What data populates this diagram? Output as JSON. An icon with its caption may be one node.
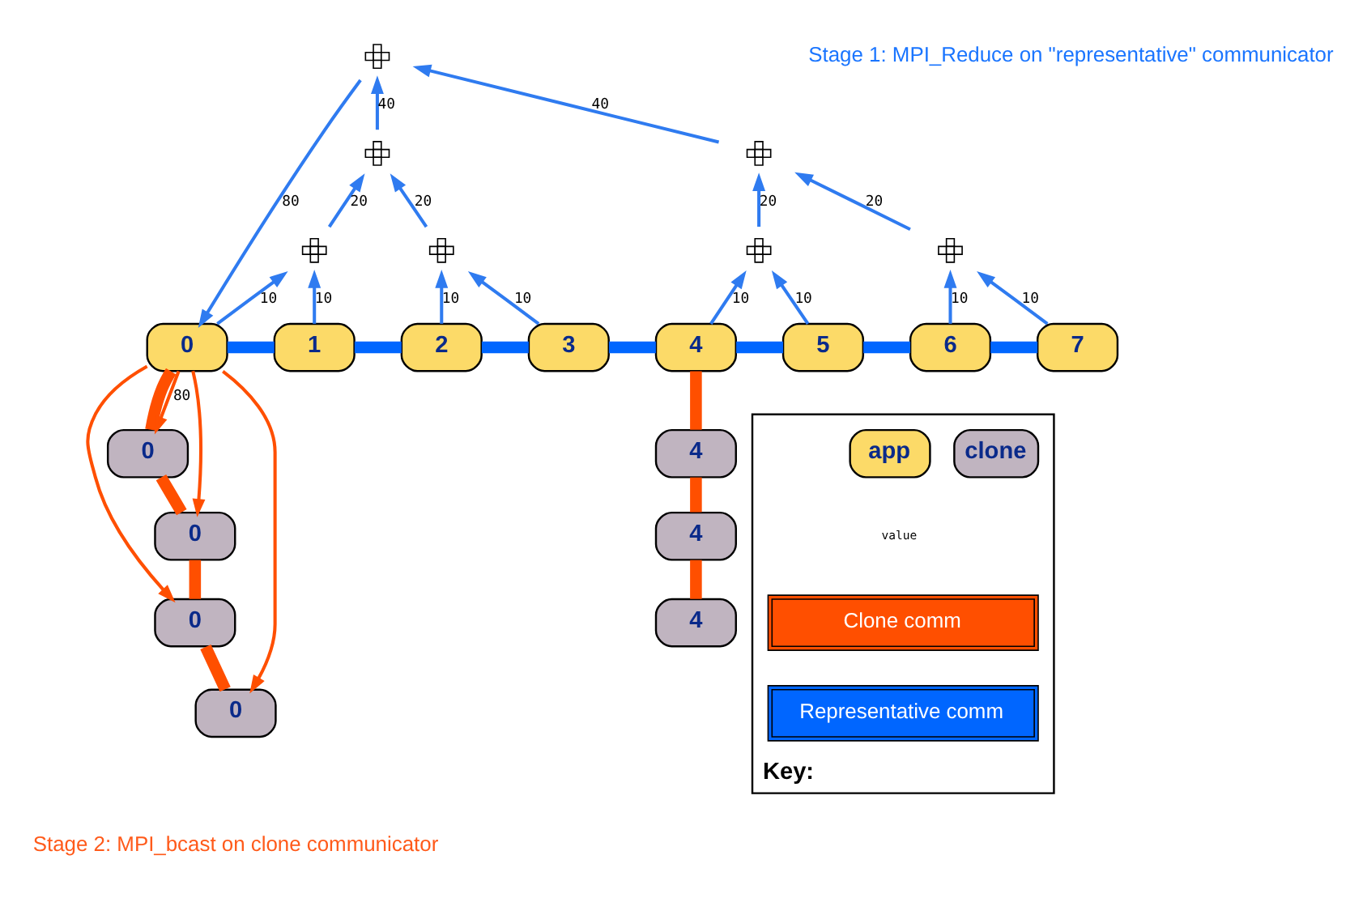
{
  "diagram": {
    "nodes": [
      {
        "text": [
          "0"
        ]
      },
      {
        "text": [
          "1"
        ]
      },
      {
        "text": [
          "2"
        ]
      },
      {
        "text": [
          "3"
        ]
      },
      {
        "text": [
          "4"
        ]
      },
      {
        "text": [
          "5"
        ]
      },
      {
        "text": [
          "6"
        ]
      },
      {
        "text": [
          "7"
        ]
      },
      {
        "text": [
          "0"
        ]
      },
      {
        "text": [
          "0"
        ]
      },
      {
        "text": [
          "0"
        ]
      },
      {
        "text": [
          "0"
        ]
      },
      {
        "text": [
          "4"
        ]
      },
      {
        "text": [
          "4"
        ]
      },
      {
        "text": [
          "4"
        ]
      },
      {
        "text": [],
        "shape": "cross"
      },
      {
        "text": [],
        "shape": "cross"
      },
      {
        "text": [],
        "shape": "cross"
      },
      {
        "text": [],
        "shape": "cross"
      },
      {
        "text": [],
        "shape": "cross"
      },
      {
        "text": [],
        "shape": "cross"
      },
      {
        "text": [],
        "shape": "cross"
      },
      {
        "text": [
          "Key:"
        ]
      },
      {
        "text": [
          "app"
        ],
        "in": 22
      },
      {
        "text": [
          "clone"
        ],
        "in": 22
      }
    ],
    "edges": [
      {
        "from": 0,
        "to": 1,
        "arrow": "none",
        "style": "thick",
        "color": "#0066ff"
      },
      {
        "from": 1,
        "to": 2,
        "arrow": "none",
        "style": "thick",
        "color": "#0066ff"
      },
      {
        "from": 2,
        "to": 3,
        "arrow": "none",
        "style": "thick",
        "color": "#0066ff"
      },
      {
        "from": 3,
        "to": 4,
        "arrow": "none",
        "style": "thick",
        "color": "#0066ff"
      },
      {
        "from": 4,
        "to": 5,
        "arrow": "none",
        "style": "thick",
        "color": "#0066ff"
      },
      {
        "from": 5,
        "to": 6,
        "arrow": "none",
        "style": "thick",
        "color": "#0066ff"
      },
      {
        "from": 6,
        "to": 7,
        "arrow": "none",
        "style": "thick",
        "color": "#0066ff"
      },
      {
        "from": 0,
        "to": 8,
        "arrow": "none",
        "style": "thick",
        "color": "#ff4f00"
      },
      {
        "from": 8,
        "to": 9,
        "arrow": "none",
        "style": "thick",
        "color": "#ff4f00"
      },
      {
        "from": 9,
        "to": 10,
        "arrow": "none",
        "style": "thick",
        "color": "#ff4f00"
      },
      {
        "from": 10,
        "to": 11,
        "arrow": "none",
        "style": "thick",
        "color": "#ff4f00"
      },
      {
        "from": 4,
        "to": 12,
        "arrow": "none",
        "style": "thick",
        "color": "#ff4f00"
      },
      {
        "from": 12,
        "to": 13,
        "arrow": "none",
        "style": "thick",
        "color": "#ff4f00"
      },
      {
        "from": 13,
        "to": 14,
        "arrow": "none",
        "style": "thick",
        "color": "#ff4f00"
      },
      {
        "from": 0,
        "to": 18,
        "arrow": "to",
        "label": "10"
      },
      {
        "from": 1,
        "to": 18,
        "arrow": "to",
        "label": "10"
      },
      {
        "from": 2,
        "to": 19,
        "arrow": "to",
        "label": "10"
      },
      {
        "from": 3,
        "to": 19,
        "arrow": "to",
        "label": "10"
      },
      {
        "from": 4,
        "to": 20,
        "arrow": "to",
        "label": "10"
      },
      {
        "from": 5,
        "to": 20,
        "arrow": "to",
        "label": "10"
      },
      {
        "from": 6,
        "to": 21,
        "arrow": "to",
        "label": "10"
      },
      {
        "from": 7,
        "to": 21,
        "arrow": "to",
        "label": "10"
      },
      {
        "from": 18,
        "to": 17,
        "arrow": "to",
        "label": "20"
      },
      {
        "from": 19,
        "to": 17,
        "arrow": "to",
        "label": "20"
      },
      {
        "from": 20,
        "to": 16,
        "arrow": "to",
        "label": "20"
      },
      {
        "from": 21,
        "to": 16,
        "arrow": "to",
        "label": "20"
      },
      {
        "from": 17,
        "to": 15,
        "arrow": "to",
        "label": "40"
      },
      {
        "from": 16,
        "to": 15,
        "arrow": "to",
        "label": "40"
      },
      {
        "from": 15,
        "to": 0,
        "arrow": "to",
        "label": "80"
      },
      {
        "from": 0,
        "to": 8,
        "arrow": "to",
        "label": "80",
        "color": "#ff4f00"
      },
      {
        "from": 0,
        "to": 9,
        "arrow": "to",
        "color": "#ff4f00"
      },
      {
        "from": 0,
        "to": 10,
        "arrow": "to",
        "color": "#ff4f00"
      },
      {
        "from": 0,
        "to": 11,
        "arrow": "to",
        "color": "#ff4f00"
      }
    ],
    "labels": [
      "Stage 1: MPI_Reduce on \"representative\" communicator",
      "value",
      "Stage 2: MPI_bcast on clone communicator"
    ],
    "legend": [
      {
        "text": "Clone comm",
        "color": "#ff4f00"
      },
      {
        "text": "Representative comm",
        "color": "#0066ff"
      }
    ]
  }
}
